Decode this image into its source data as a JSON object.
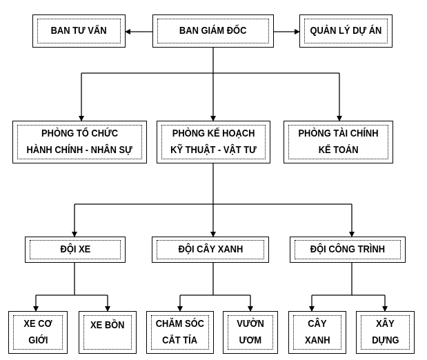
{
  "top": {
    "advisory": "BAN TƯ VẤN",
    "directors": "BAN GIÁM ĐỐC",
    "project_mgmt": "QUẢN LÝ DỰ ÁN"
  },
  "departments": {
    "admin": [
      "PHÒNG TỔ CHỨC",
      "HÀNH CHÍNH - NHÂN SỰ"
    ],
    "planning": [
      "PHÒNG KẾ HOẠCH",
      "KỸ THUẬT - VẬT TƯ"
    ],
    "finance": [
      "PHÒNG TÀI CHÍNH",
      "KẾ TOÁN"
    ]
  },
  "teams": {
    "vehicles": "ĐỘI XE",
    "greenery": "ĐỘI CÂY XANH",
    "construction": "ĐỘI CÔNG TRÌNH"
  },
  "units": {
    "machinery": [
      "XE CƠ",
      "GIỚI"
    ],
    "tanker": [
      "XE BỒN"
    ],
    "pruning": [
      "CHĂM SÓC",
      "CẮT TỈA"
    ],
    "nursery": [
      "VƯỜN",
      "ƯƠM"
    ],
    "trees": [
      "CÂY",
      "XANH"
    ],
    "building": [
      "XÂY",
      "DỰNG"
    ]
  }
}
